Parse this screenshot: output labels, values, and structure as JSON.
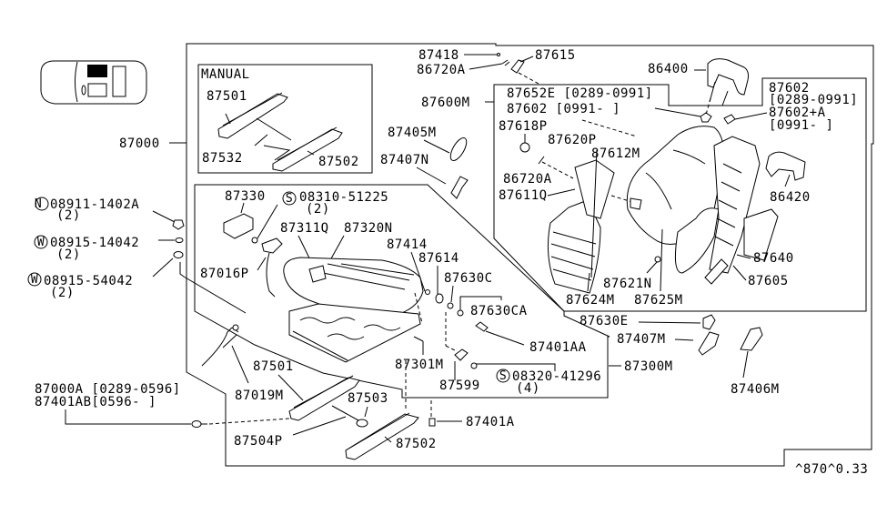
{
  "diagram": {
    "title": "Front Seat Assembly Parts Diagram",
    "reference_code": "^870^0.33",
    "manual_box_label": "MANUAL",
    "labels": {
      "p87000": "87000",
      "p87501_manual": "87501",
      "p87532": "87532",
      "p87502_manual": "87502",
      "p87418": "87418",
      "p86720A_top": "86720A",
      "p87615": "87615",
      "p87600M": "87600M",
      "p87652E": "87652E [0289-0991]",
      "p87602_a": "87602  [0991-  ]",
      "p86400": "86400",
      "p87602_b1": "87602",
      "p87602_b2": "[0289-0991]",
      "p87602A_1": "87602+A",
      "p87602A_2": "[0991-  ]",
      "p87405M": "87405M",
      "p87407N": "87407N",
      "p87618P": "87618P",
      "p87620P": "87620P",
      "p87612M": "87612M",
      "p86720A_mid": "86720A",
      "p87611Q": "87611Q",
      "p86420": "86420",
      "p87640": "87640",
      "p87605": "87605",
      "p87621N": "87621N",
      "p87624M": "87624M",
      "p87625M": "87625M",
      "n_bolt": "08911-1402A",
      "n_bolt_qty": "(2)",
      "w_washer1": "08915-14042",
      "w_washer1_qty": "(2)",
      "w_washer2": "08915-54042",
      "w_washer2_qty": "(2)",
      "p87330": "87330",
      "s_screw1": "08310-51225",
      "s_screw1_qty": "(2)",
      "p87311Q": "87311Q",
      "p87320N": "87320N",
      "p87414": "87414",
      "p87614": "87614",
      "p87630C": "87630C",
      "p87630CA": "87630CA",
      "p87016P": "87016P",
      "p87630E": "87630E",
      "p87407M": "87407M",
      "p87401AA": "87401AA",
      "p87300M": "87300M",
      "p87406M": "87406M",
      "p87301M": "87301M",
      "p87501": "87501",
      "p87019M": "87019M",
      "p87599": "87599",
      "s_screw2": "08320-41296",
      "s_screw2_qty": "(4)",
      "p87000A": "87000A [0289-0596]",
      "p87401AB": "87401AB[0596-  ]",
      "p87503": "87503",
      "p87504P": "87504P",
      "p87401A": "87401A",
      "p87502": "87502"
    },
    "circle_prefixes": {
      "n": "N",
      "w1": "W",
      "w2": "W",
      "s1": "S",
      "s2": "S"
    }
  }
}
